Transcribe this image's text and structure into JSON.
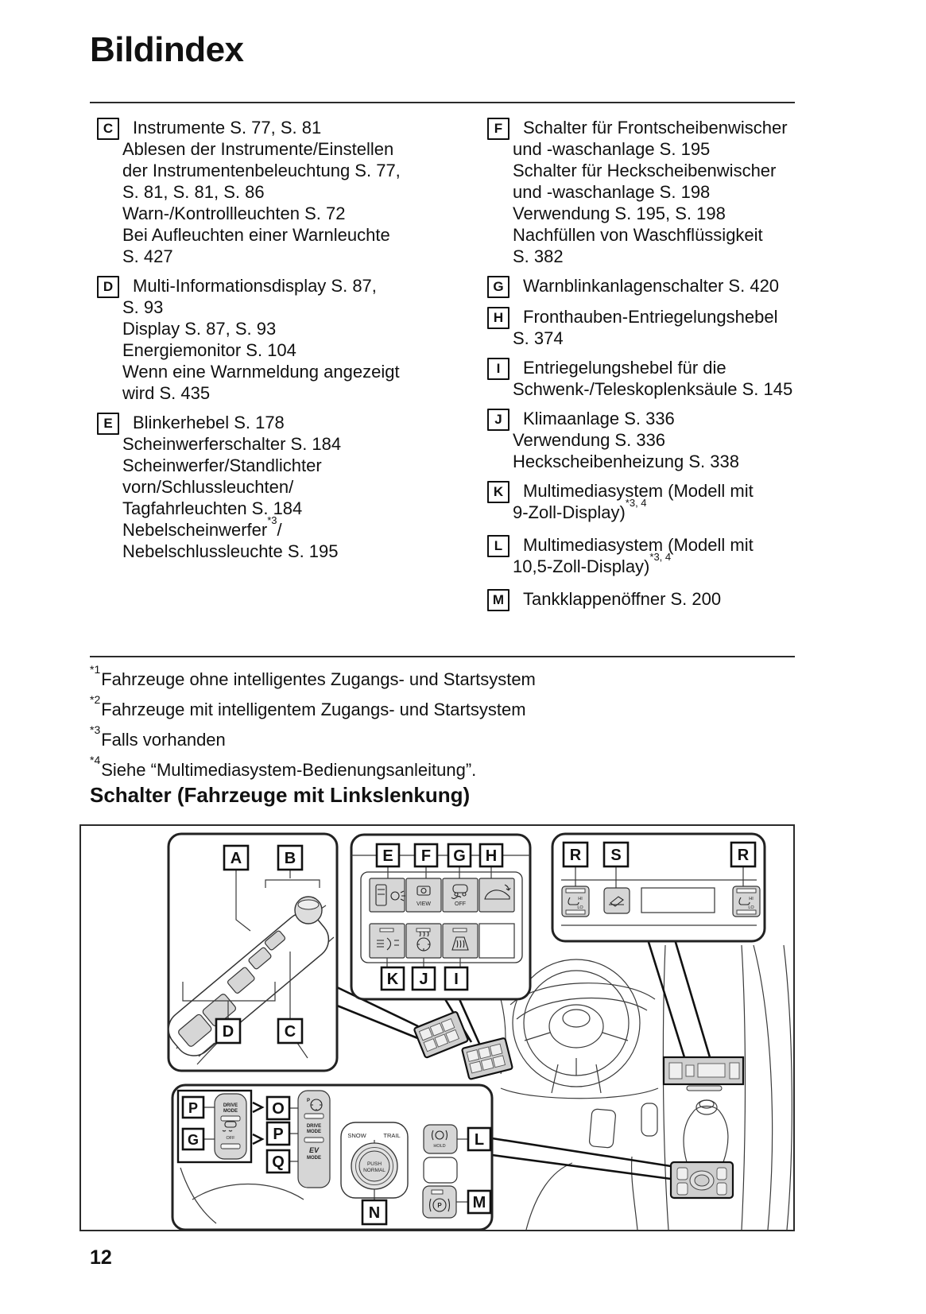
{
  "page": {
    "title": "Bildindex",
    "section_heading": "Schalter (Fahrzeuge mit Linkslenkung)",
    "page_number": "12"
  },
  "index": {
    "left_entries": [
      {
        "letter": "C",
        "lines": [
          "Instrumente S. 77, S. 81",
          "Ablesen der Instrumente/Einstellen",
          "der Instrumentenbeleuchtung S. 77,",
          "S. 81, S. 81, S. 86",
          "Warn-/Kontrollleuchten S. 72",
          "Bei Aufleuchten einer Warnleuchte",
          "S. 427"
        ]
      },
      {
        "letter": "D",
        "lines": [
          "Multi-Informationsdisplay S. 87,",
          "S. 93",
          "Display S. 87, S. 93",
          "Energiemonitor S. 104",
          "Wenn eine Warnmeldung angezeigt",
          "wird S. 435"
        ]
      },
      {
        "letter": "E",
        "lines": [
          "Blinkerhebel S. 178",
          "Scheinwerferschalter S. 184",
          "Scheinwerfer/Standlichter",
          "vorn/Schlussleuchten/",
          "Tagfahrleuchten S. 184",
          "Nebelscheinwerfer^{*3}/",
          "Nebelschlussleuchte S. 195"
        ]
      }
    ],
    "right_entries": [
      {
        "letter": "F",
        "lines": [
          "Schalter für Frontscheibenwischer",
          "und -waschanlage S. 195",
          "Schalter für Heckscheibenwischer",
          "und -waschanlage S. 198",
          "Verwendung S. 195, S. 198",
          "Nachfüllen von Waschflüssigkeit",
          "S. 382"
        ]
      },
      {
        "letter": "G",
        "lines": [
          "Warnblinkanlagenschalter S. 420"
        ]
      },
      {
        "letter": "H",
        "lines": [
          "Fronthauben-Entriegelungshebel",
          "S. 374"
        ]
      },
      {
        "letter": "I",
        "lines": [
          "Entriegelungshebel für die",
          "Schwenk-/Teleskoplenksäule S. 145"
        ]
      },
      {
        "letter": "J",
        "lines": [
          "Klimaanlage S. 336",
          "Verwendung S. 336",
          "Heckscheibenheizung S. 338"
        ]
      },
      {
        "letter": "K",
        "lines": [
          "Multimediasystem (Modell mit",
          "9-Zoll-Display)^{*3, 4}"
        ]
      },
      {
        "letter": "L",
        "lines": [
          "Multimediasystem (Modell mit",
          "10,5-Zoll-Display)^{*3, 4}"
        ]
      },
      {
        "letter": "M",
        "lines": [
          "Tankklappenöffner S. 200"
        ]
      }
    ]
  },
  "footnotes": [
    {
      "marker": "*1",
      "text": "Fahrzeuge ohne intelligentes Zugangs- und Startsystem"
    },
    {
      "marker": "*2",
      "text": "Fahrzeuge mit intelligentem Zugangs- und Startsystem"
    },
    {
      "marker": "*3",
      "text": "Falls vorhanden"
    },
    {
      "marker": "*4",
      "text": "Siehe “Multimediasystem-Bedienungsanleitung”."
    }
  ],
  "diagram": {
    "labels": {
      "a": "A",
      "b": "B",
      "c": "C",
      "d": "D",
      "e": "E",
      "f": "F",
      "g": "G",
      "h": "H",
      "i": "I",
      "j": "J",
      "k": "K",
      "l": "L",
      "m": "M",
      "n": "N",
      "o": "O",
      "p1": "P",
      "p2": "P",
      "q": "Q",
      "g2": "G",
      "r1": "R",
      "s": "S",
      "r2": "R"
    },
    "texts": {
      "snow": "SNOW",
      "trail": "TRAIL",
      "push": "PUSH",
      "normal": "NORMAL",
      "hold": "HOLD",
      "view": "VIEW",
      "off": "OFF",
      "drive": "DRIVE",
      "mode": "MODE",
      "ev": "EV",
      "p": "P",
      "hi": "HI",
      "lo": "LO"
    }
  }
}
